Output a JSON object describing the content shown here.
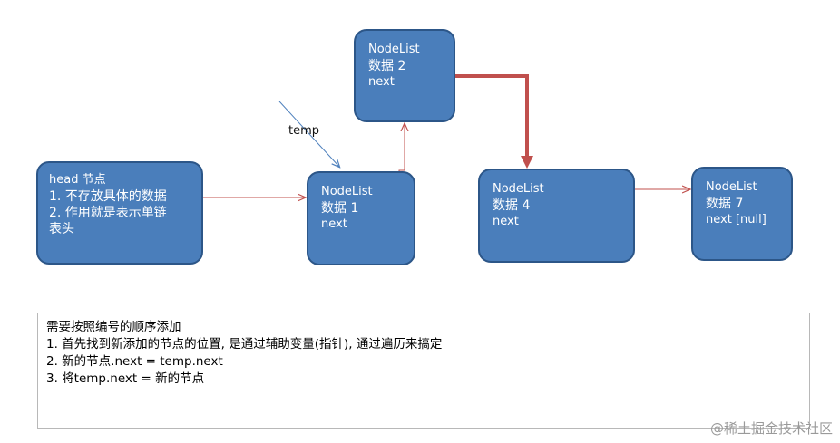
{
  "nodes": {
    "head": {
      "line1": "head 节点",
      "line2": "1. 不存放具体的数据",
      "line3": "2. 作用就是表示单链",
      "line4": "表头"
    },
    "n1": {
      "line1": "NodeList",
      "line2": "数据 1",
      "line3": "next"
    },
    "n2": {
      "line1": "NodeList",
      "line2": "数据 2",
      "line3": "next"
    },
    "n4": {
      "line1": "NodeList",
      "line2": "数据 4",
      "line3": "next"
    },
    "n7": {
      "line1": "NodeList",
      "line2": "数据 7",
      "line3": "next [null]"
    }
  },
  "pointer_label": "temp",
  "notes": {
    "title": "需要按照编号的顺序添加",
    "step1": "1. 首先找到新添加的节点的位置, 是通过辅助变量(指针), 通过遍历来搞定",
    "step2": "2. 新的节点.next = temp.next",
    "step3": "3. 将temp.next = 新的节点"
  },
  "watermark": "@稀土掘金技术社区",
  "colors": {
    "node_fill": "#4a7ebb",
    "node_border": "#2c5688",
    "link_arrow": "#c0504d",
    "bold_arrow": "#c0504d",
    "pointer_arrow": "#4f81bd"
  }
}
